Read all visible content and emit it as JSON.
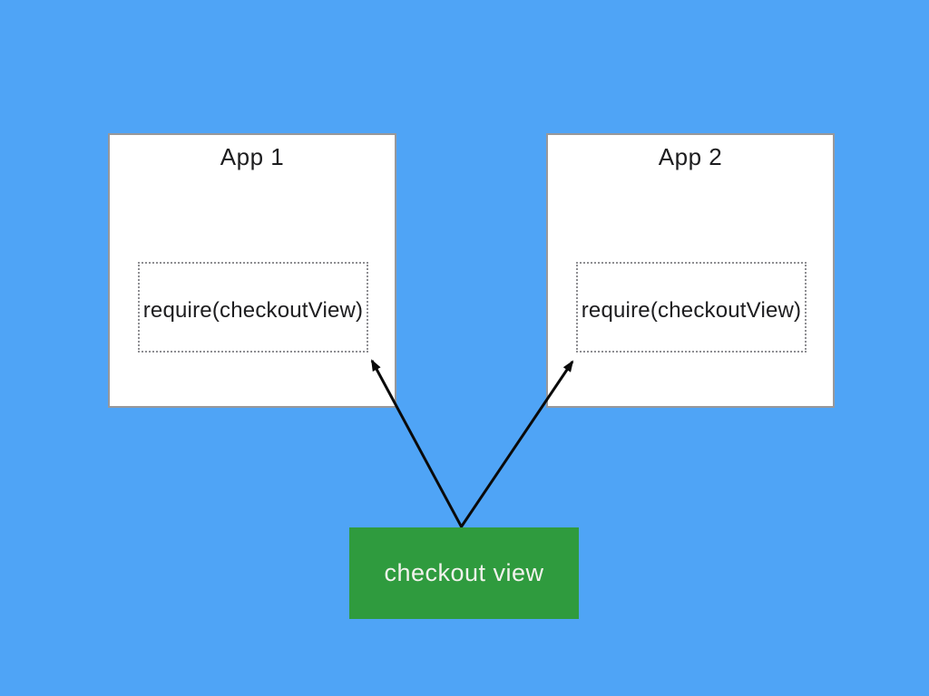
{
  "diagram": {
    "apps": [
      {
        "title": "App 1",
        "require_label": "require(checkoutView)"
      },
      {
        "title": "App 2",
        "require_label": "require(checkoutView)"
      }
    ],
    "checkout": {
      "label": "checkout view"
    },
    "arrows": [
      {
        "from": "checkout-view-box",
        "to": "app1-require-box"
      },
      {
        "from": "checkout-view-box",
        "to": "app2-require-box"
      }
    ],
    "colors": {
      "background": "#4fa4f6",
      "app_box_fill": "#ffffff",
      "app_box_border": "#98989b",
      "require_box_border": "#8f8f93",
      "text": "#1d1d1f",
      "checkout_fill": "#2f9b3e",
      "checkout_text": "#f2f2ec",
      "arrow": "#0a0a0a"
    }
  }
}
